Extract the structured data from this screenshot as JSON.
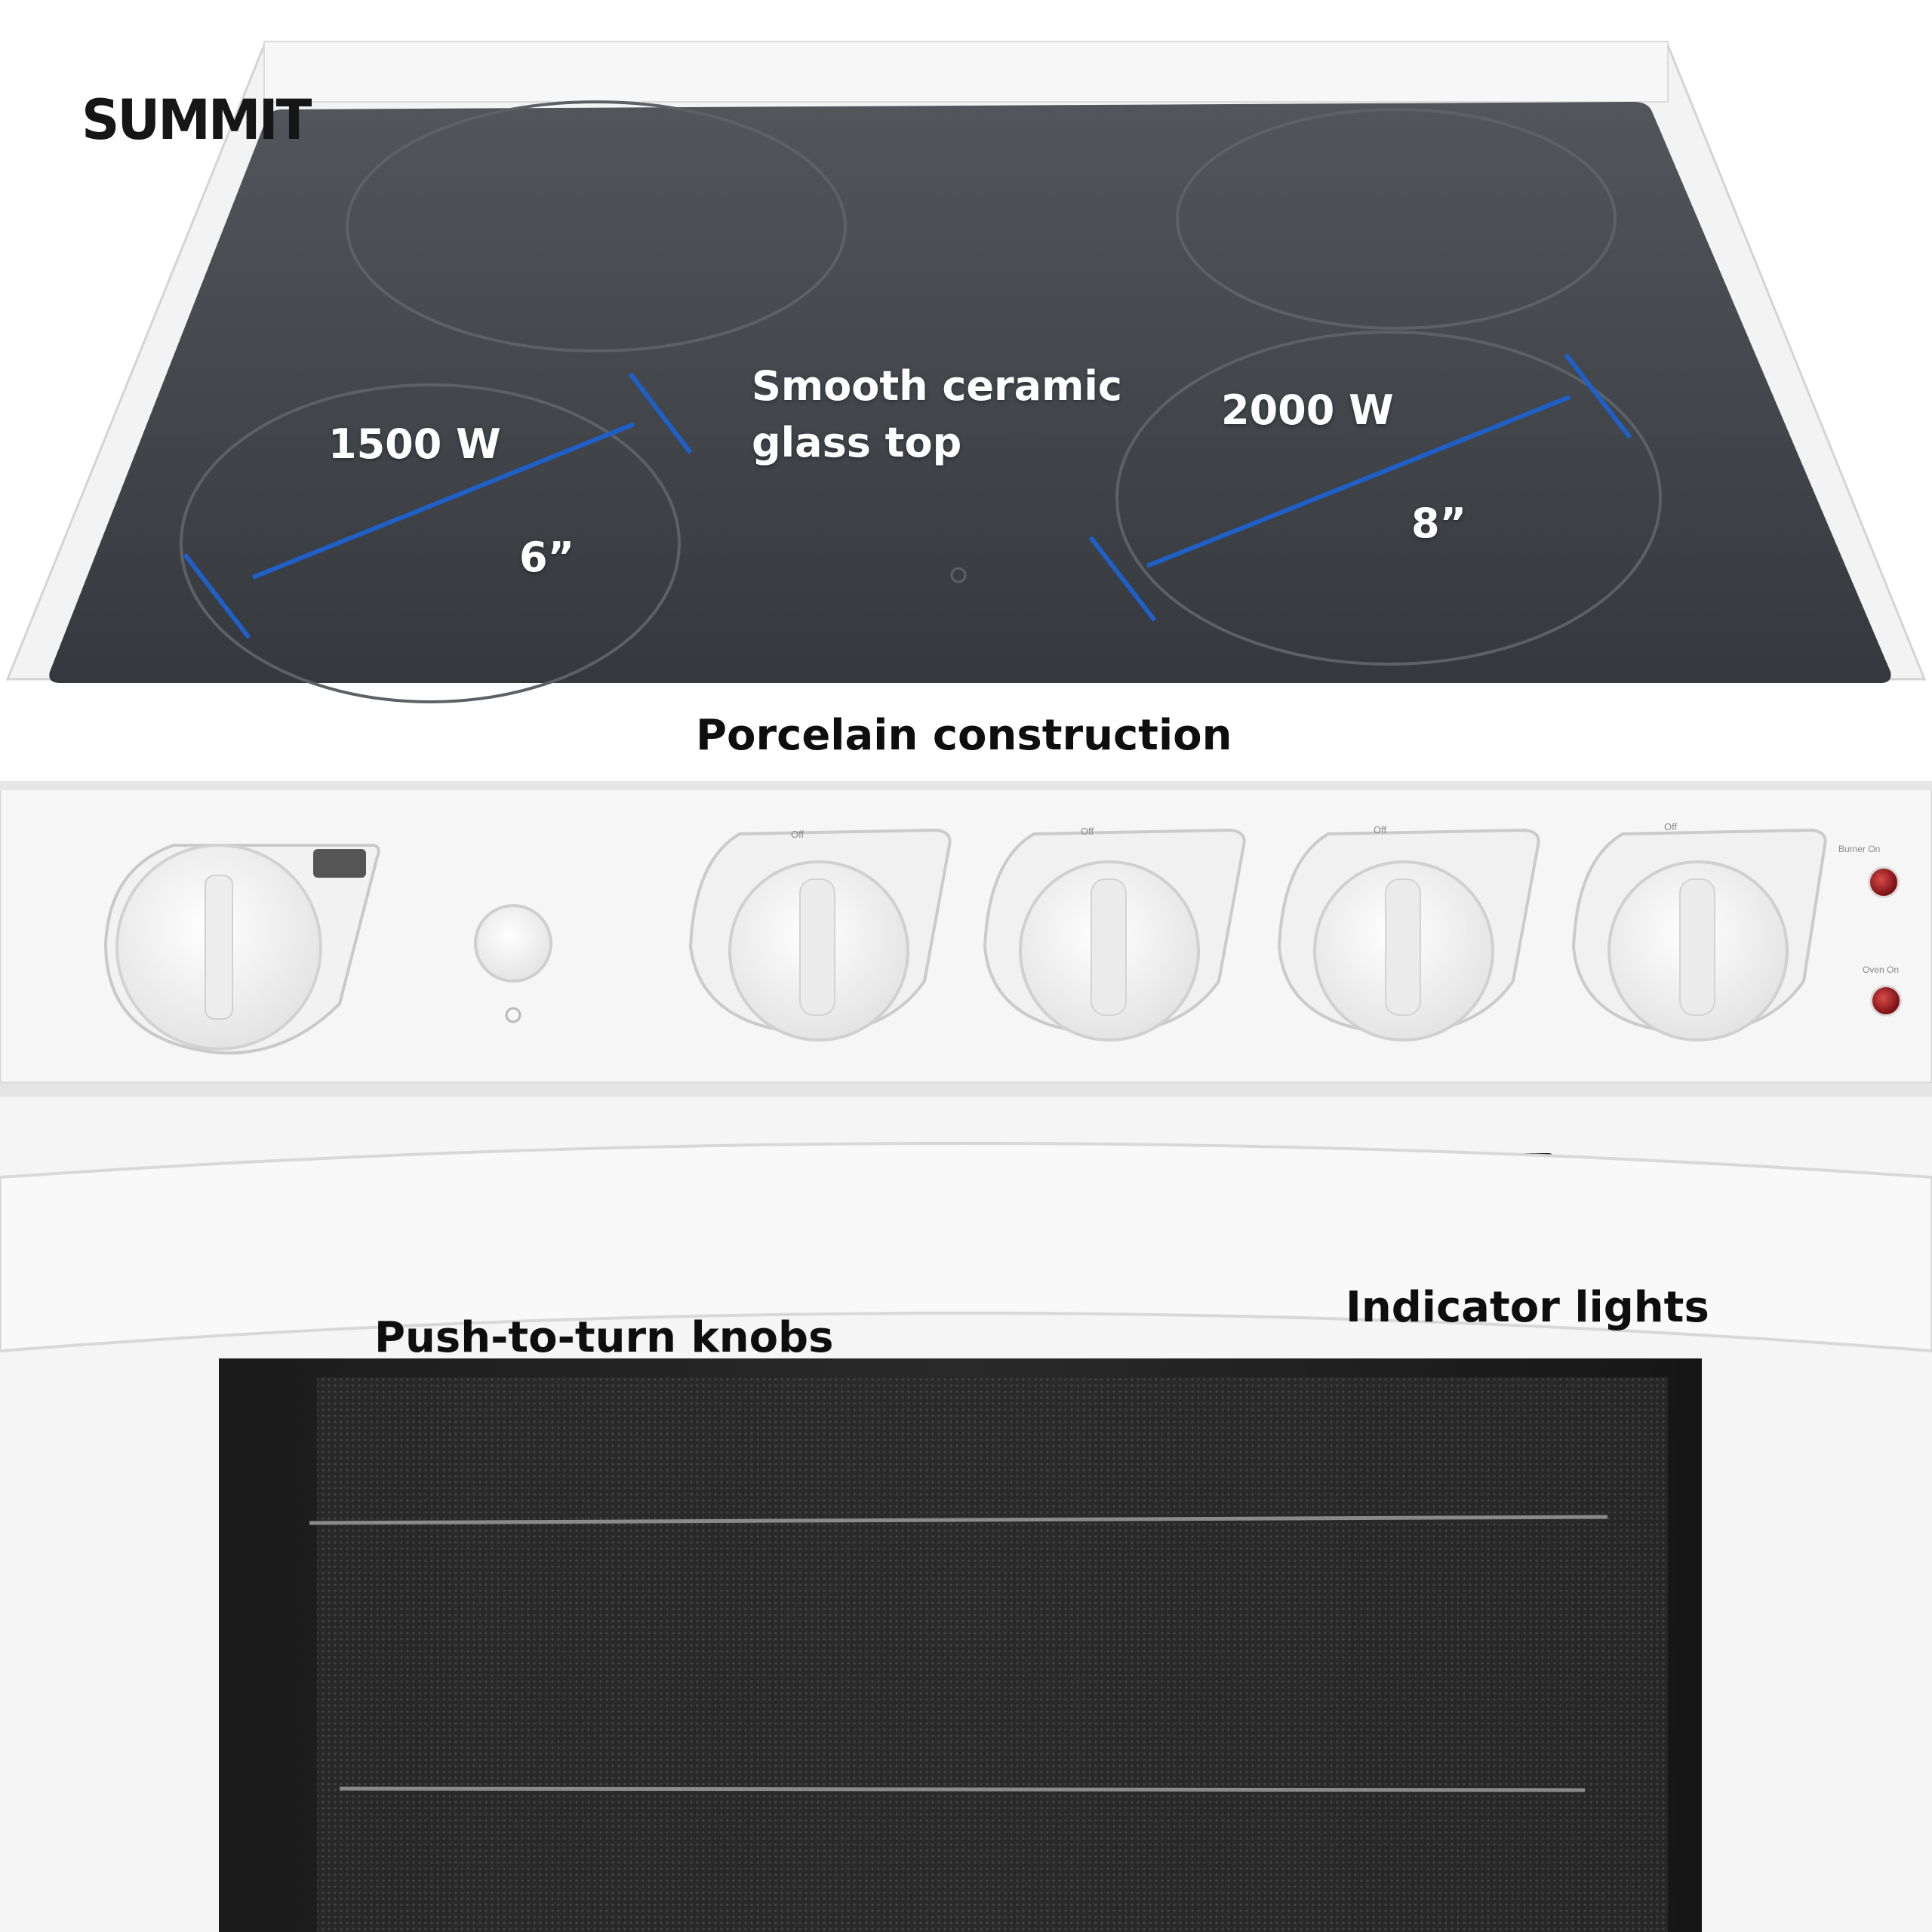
{
  "brand": {
    "logo_text": "SUMMIT"
  },
  "callouts": {
    "left_burner_wattage": "1500 W",
    "left_burner_size": "6”",
    "glass_top_line1": "Smooth ceramic",
    "glass_top_line2": "glass top",
    "right_burner_wattage": "2000 W",
    "right_burner_size": "8”",
    "porcelain": "Porcelain construction",
    "knobs": "Push-to-turn knobs",
    "indicator_lights": "Indicator lights"
  },
  "panel": {
    "burner_on_label": "Burner On",
    "oven_on_label": "Oven On",
    "knob_off_label": "Off"
  },
  "colors": {
    "dimension_line": "#1f5fc8",
    "glass": "#3e4247",
    "body": "#f4f4f4",
    "indicator_lamp": "#9e1b1f"
  }
}
